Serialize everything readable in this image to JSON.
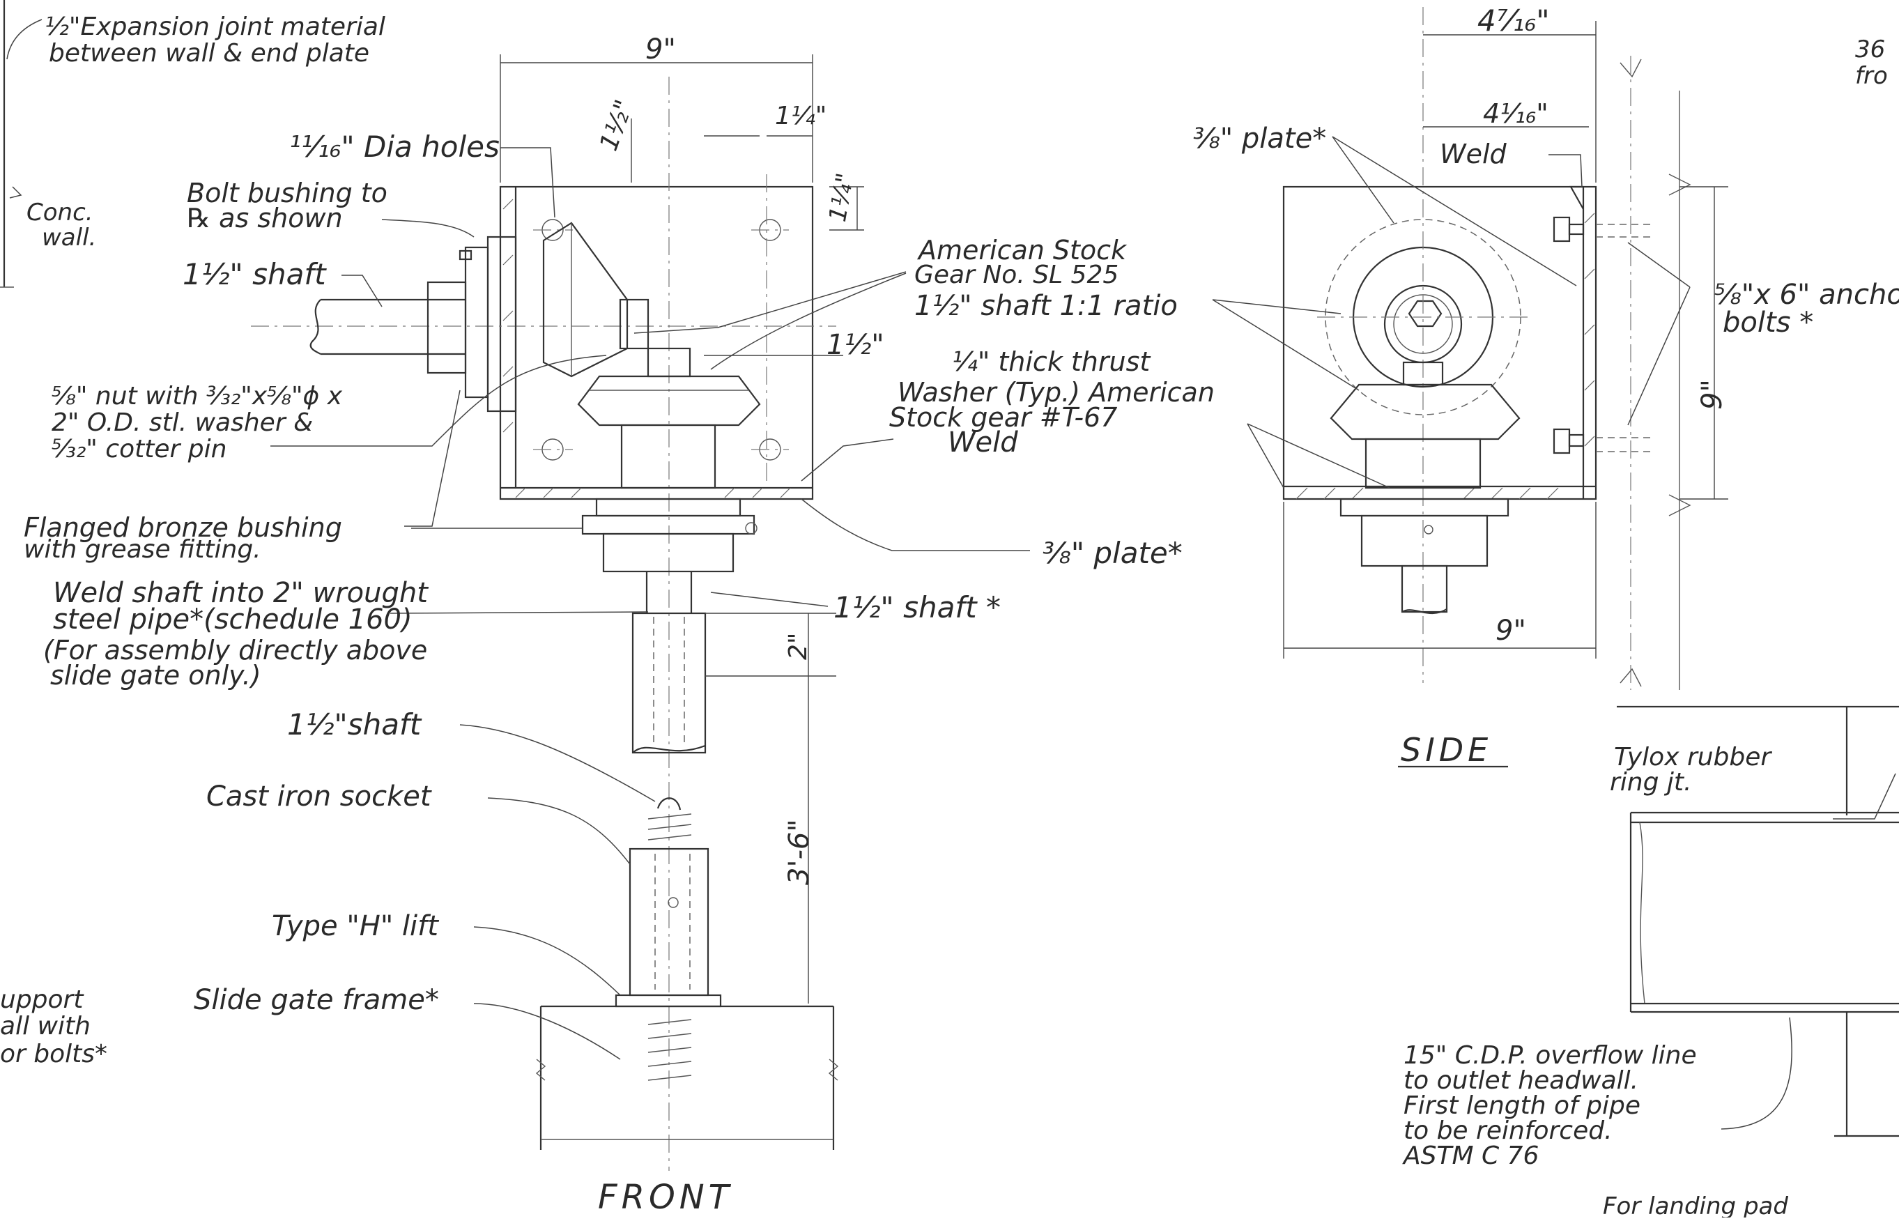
{
  "notes": {
    "expansion_line1": "½\"Expansion joint material",
    "expansion_line2": "between wall & end plate",
    "conc_line1": "Conc.",
    "conc_line2": "wall.",
    "dia_holes": "¹¹⁄₁₆\" Dia holes",
    "bolt_bushing_line1": "Bolt bushing to",
    "bolt_bushing_line2": "℞ as shown",
    "shaft_top": "1½\" shaft",
    "nut_line1": "⅝\" nut with ³⁄₃₂\"x⅝\"ɸ x",
    "nut_line2": "2\" O.D. stl. washer &",
    "nut_line3": "⁵⁄₃₂\" cotter pin",
    "flanged_line1": "Flanged bronze bushing",
    "flanged_line2": "with grease fitting.",
    "weld_shaft_line1": "Weld shaft into 2\" wrought",
    "weld_shaft_line2": "steel pipe*(schedule 160)",
    "weld_shaft_line3": "(For assembly directly above",
    "weld_shaft_line4": "slide gate only.)",
    "shaft_mid": "1½\"shaft",
    "cast_iron": "Cast iron socket",
    "type_h": "Type \"H\" lift",
    "slide_gate": "Slide gate frame*",
    "support_line1": "upport",
    "support_line2": "all with",
    "support_line3": "or bolts*",
    "american_gear_line1": "American Stock",
    "american_gear_line2": "Gear No. SL 525",
    "american_gear_line3": "1½\" shaft 1:1 ratio",
    "thrust_line1": "¼\" thick thrust",
    "thrust_line2": "Washer (Typ.) American",
    "thrust_line3": "Stock gear #T-67",
    "weld_front": "Weld",
    "plate_front": "⅜\" plate*",
    "shaft_star": "1½\" shaft *",
    "plate_side": "⅜\" plate*",
    "weld_side": "Weld",
    "anchor_line1": "⅝\"x 6\" ancho",
    "anchor_line2": "bolts *",
    "corner_line1": "36",
    "corner_line2": "fro",
    "tylox_line1": "Tylox rubber",
    "tylox_line2": "ring jt.",
    "cdp_line1": "15\" C.D.P. overflow line",
    "cdp_line2": "to outlet headwall.",
    "cdp_line3": "First length of pipe",
    "cdp_line4": "to be reinforced.",
    "cdp_line5": "ASTM C 76",
    "bottom_right": "For landing pad"
  },
  "dimensions": {
    "front_width": "9\"",
    "front_quarter_top": "1¼\"",
    "front_half_top": "1½\"",
    "front_quarter_right": "1¼\"",
    "front_half_right": "1½\"",
    "front_2in": "2\"",
    "front_3ft6": "3'-6\"",
    "side_top": "4⁷⁄₁₆\"",
    "side_top2": "4¹⁄₁₆\"",
    "side_height": "9\"",
    "side_width": "9\""
  },
  "views": {
    "front": "FRONT",
    "side": "SIDE"
  }
}
